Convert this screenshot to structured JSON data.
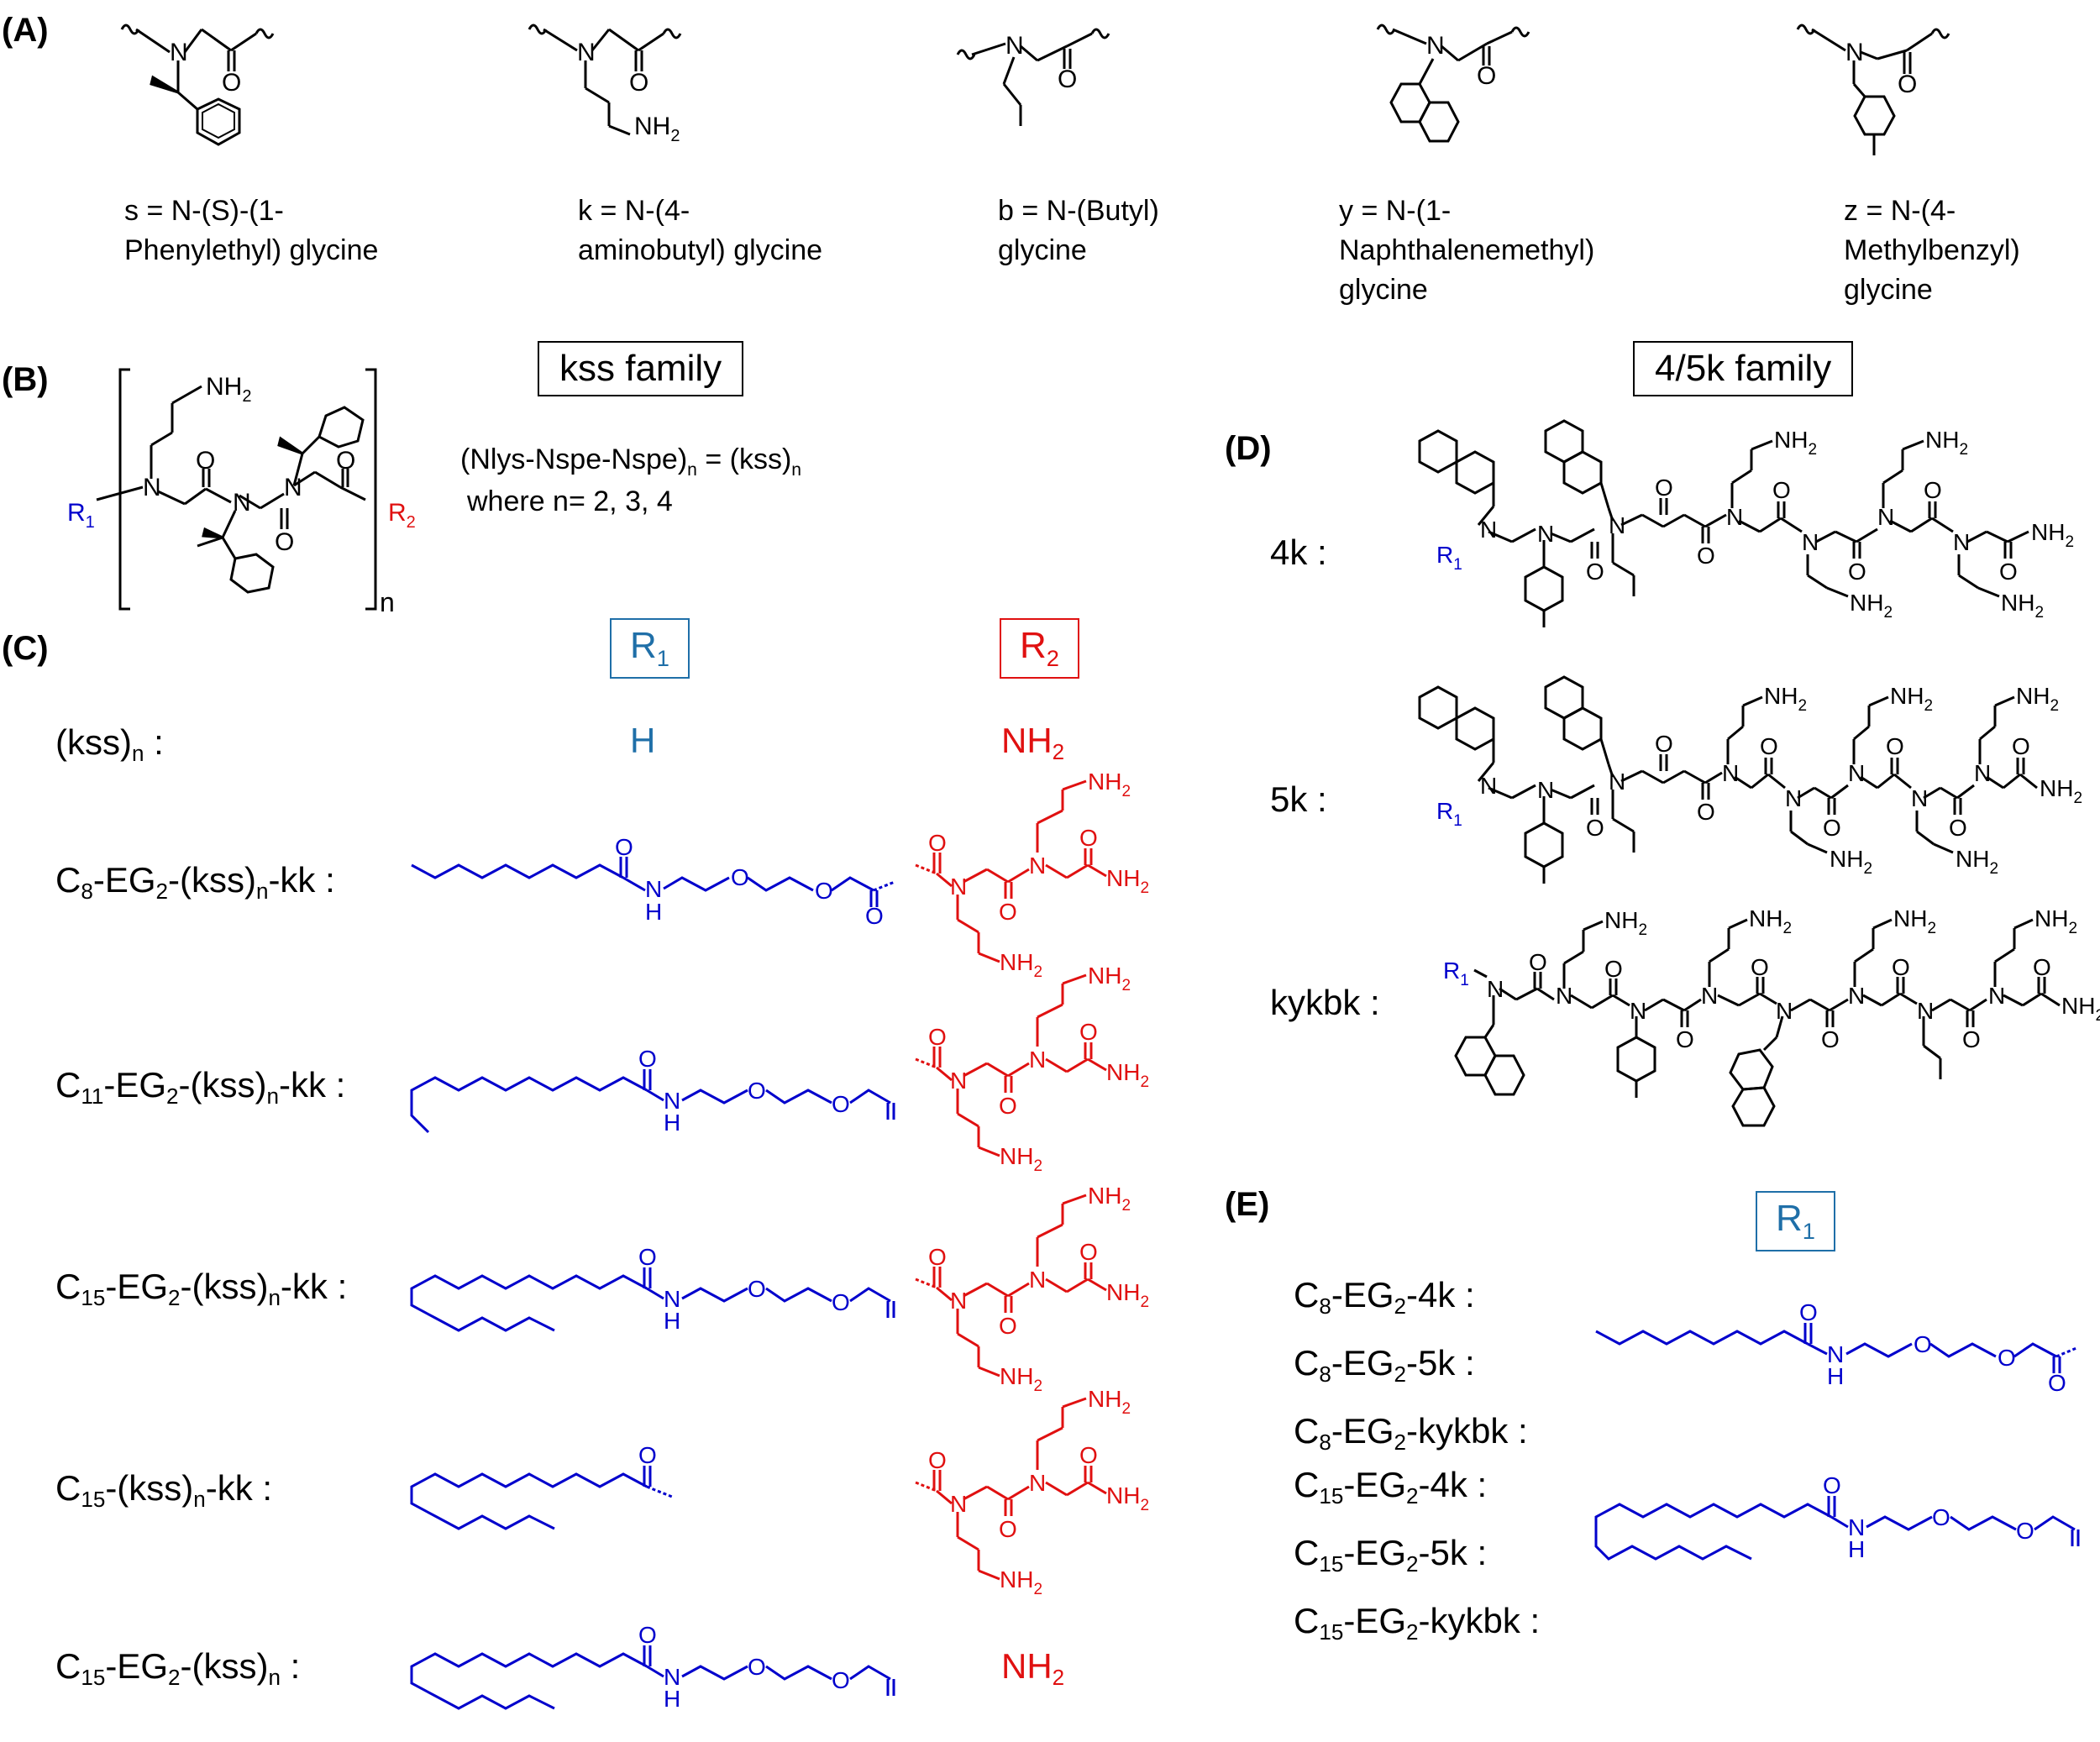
{
  "panels": {
    "A": "(A)",
    "B": "(B)",
    "C": "(C)",
    "D": "(D)",
    "E": "(E)"
  },
  "monomers": [
    {
      "line1": "s = N-(S)-(1-",
      "line2": "Phenylethyl) glycine",
      "line3": ""
    },
    {
      "line1": "k = N-(4-",
      "line2": "aminobutyl) glycine",
      "line3": ""
    },
    {
      "line1": "b = N-(Butyl)",
      "line2": "glycine",
      "line3": ""
    },
    {
      "line1": "y = N-(1-",
      "line2": "Naphthalenemethyl)",
      "line3": "glycine"
    },
    {
      "line1": "z = N-(4-",
      "line2": "Methylbenzyl)",
      "line3": "glycine"
    }
  ],
  "families": {
    "kss": "kss family",
    "k45": "4/5k family"
  },
  "kss_definition": {
    "line1_a": "(Nlys-Nspe-Nspe)",
    "line1_sub": "n",
    "line1_b": " = (kss)",
    "line1_sub2": "n",
    "line2": "where n= 2, 3, 4"
  },
  "atoms": {
    "N": "N",
    "O": "O",
    "H": "H",
    "NH": "NH",
    "sub2": "2",
    "R": "R",
    "sub1": "1",
    "n": "n"
  },
  "r_headers": {
    "R1": "R",
    "R1_sub": "1",
    "R2": "R",
    "R2_sub": "2"
  },
  "panel_c": {
    "row0": {
      "name": "(kss)",
      "sub": "n",
      "suffix": " :",
      "R1": "H",
      "R2": "NH",
      "R2_sub": "2"
    },
    "row1": {
      "p1": "C",
      "s1": "8",
      "p2": "-EG",
      "s2": "2",
      "p3": "-(kss)",
      "s3": "n",
      "p4": "-kk :"
    },
    "row2": {
      "p1": "C",
      "s1": "11",
      "p2": "-EG",
      "s2": "2",
      "p3": "-(kss)",
      "s3": "n",
      "p4": "-kk :"
    },
    "row3": {
      "p1": "C",
      "s1": "15",
      "p2": "-EG",
      "s2": "2",
      "p3": "-(kss)",
      "s3": "n",
      "p4": "-kk :"
    },
    "row4": {
      "p1": "C",
      "s1": "15",
      "p2": "-(kss)",
      "s2": "n",
      "p3": "-kk :"
    },
    "row5": {
      "p1": "C",
      "s1": "15",
      "p2": "-EG",
      "s2": "2",
      "p3": "-(kss)",
      "s3": "n",
      "p4": " :",
      "R2": "NH",
      "R2_sub": "2"
    }
  },
  "panel_d": {
    "l4k": "4k :",
    "l5k": "5k :",
    "lkykbk": "kykbk :"
  },
  "panel_e": {
    "c8": [
      {
        "p1": "C",
        "s1": "8",
        "p2": "-EG",
        "s2": "2",
        "p3": "-4k :"
      },
      {
        "p1": "C",
        "s1": "8",
        "p2": "-EG",
        "s2": "2",
        "p3": "-5k :"
      },
      {
        "p1": "C",
        "s1": "8",
        "p2": "-EG",
        "s2": "2",
        "p3": "-kykbk :"
      }
    ],
    "c15": [
      {
        "p1": "C",
        "s1": "15",
        "p2": "-EG",
        "s2": "2",
        "p3": "-4k :"
      },
      {
        "p1": "C",
        "s1": "15",
        "p2": "-EG",
        "s2": "2",
        "p3": "-5k :"
      },
      {
        "p1": "C",
        "s1": "15",
        "p2": "-EG",
        "s2": "2",
        "p3": "-kykbk :"
      }
    ]
  },
  "colors": {
    "r1": "#0000cc",
    "r2": "#e01010",
    "header_r1": "#1f6fa8"
  }
}
